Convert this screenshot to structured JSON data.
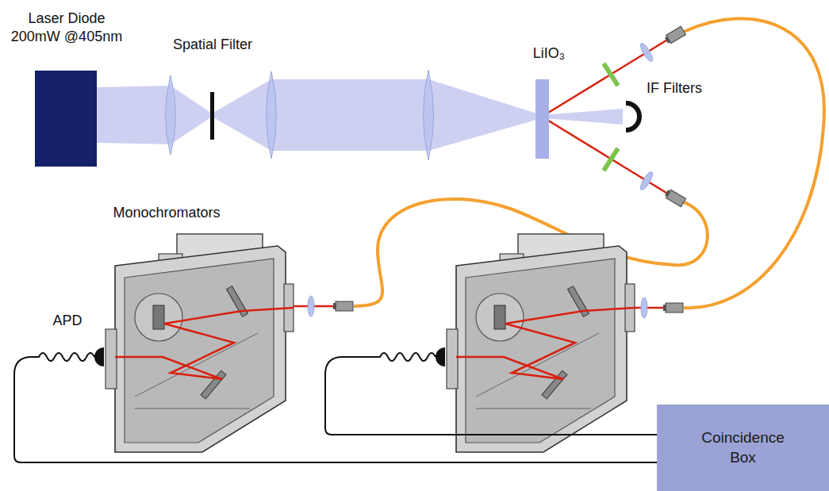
{
  "diagram": {
    "nodes": [
      {
        "text": [
          "Laser Diode 200mW @405nm"
        ]
      },
      {
        "text": [
          "LiIO₃"
        ]
      },
      {
        "text": [
          "Coincidence Box"
        ]
      }
    ],
    "labels": [
      "Spatial Filter",
      "IF Filters",
      "Monochromators",
      "APD"
    ]
  }
}
